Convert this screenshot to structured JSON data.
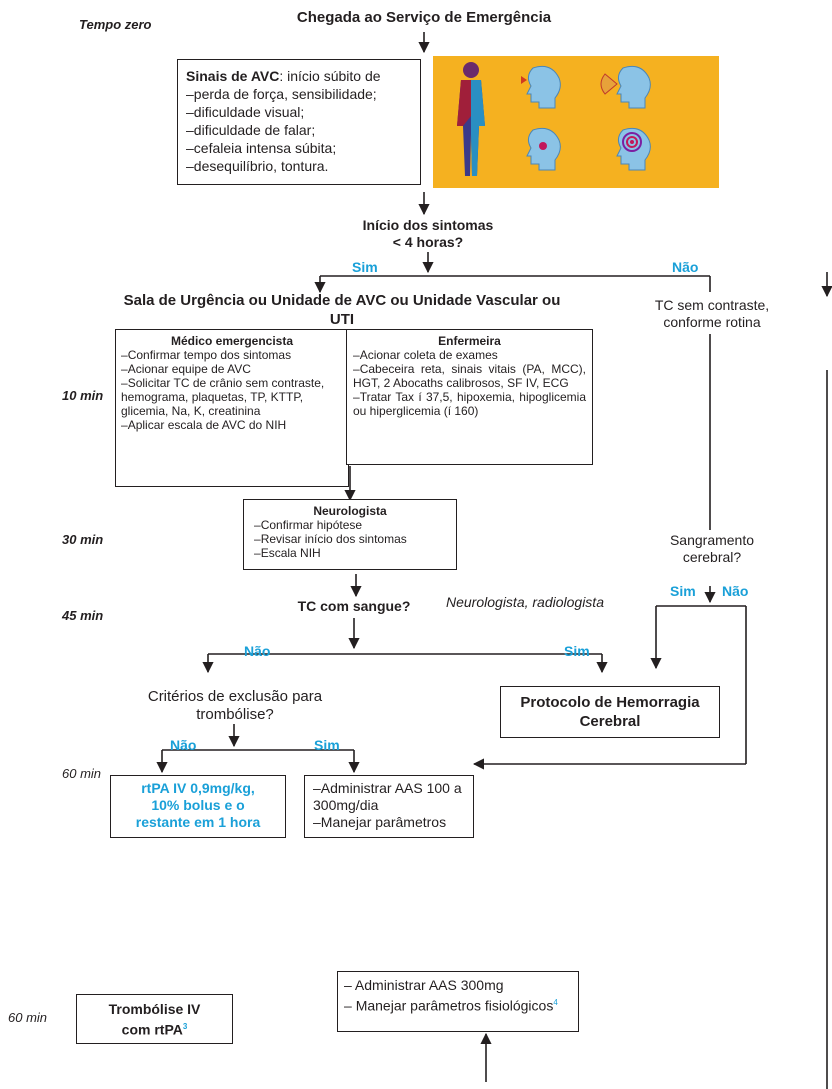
{
  "times": {
    "t0": "Tempo zero",
    "t10": "10 min",
    "t30": "30 min",
    "t45": "45 min",
    "t60a": "60 min",
    "t60b": "60 min"
  },
  "header": {
    "title": "Chegada ao Serviço de Emergência"
  },
  "signs": {
    "heading_bold": "Sinais de AVC",
    "heading_rest": ": início súbito de",
    "items": [
      "perda de força, sensibilidade;",
      "dificuldade visual;",
      "dificuldade de falar;",
      "cefaleia intensa súbita;",
      "desequilíbrio, tontura."
    ]
  },
  "q_onset": {
    "line1": "Início dos sintomas",
    "line2": "< 4 horas?"
  },
  "labels": {
    "sim1": "Sim",
    "nao1": "Não",
    "sim2": "Sim",
    "nao2": "Não",
    "nao3": "Não",
    "sim3": "Sim",
    "nao4": "Não",
    "sim4": "Sim"
  },
  "units": {
    "line1": "Sala de Urgência ou Unidade de AVC ou Unidade Vascular ou",
    "line2": "UTI"
  },
  "tc_routine": {
    "line1": "TC sem contraste,",
    "line2": "conforme rotina"
  },
  "medico": {
    "title": "Médico emergencista",
    "items": [
      "Confirmar tempo dos sintomas",
      "Acionar equipe de AVC",
      "Solicitar TC de crânio sem contraste, hemograma, plaquetas, TP, KTTP, glicemia, Na, K, creatinina",
      "Aplicar escala de AVC do NIH"
    ]
  },
  "enfermeira": {
    "title": "Enfermeira",
    "items": [
      "Acionar coleta de exames",
      "Cabeceira reta, sinais vitais (PA, MCC), HGT, 2 Abocaths calibrosos, SF IV, ECG",
      "Tratar Tax í 37,5, hipoxemia, hipoglicemia ou hiperglicemia (í 160)"
    ]
  },
  "neuro": {
    "title": "Neurologista",
    "items": [
      "Confirmar hipótese",
      "Revisar início dos sintomas",
      "Escala NIH"
    ]
  },
  "bleeding": {
    "line1": "Sangramento",
    "line2": "cerebral?"
  },
  "tc_blood": "TC com sangue?",
  "neuro_radio": "Neurologista, radiologista",
  "exclusion": {
    "line1": "Critérios de exclusão para",
    "line2": "trombólise?"
  },
  "hemorrhage": {
    "line1": "Protocolo de Hemorragia",
    "line2": "Cerebral"
  },
  "rtpa": {
    "line1": "rtPA IV 0,9mg/kg,",
    "line2": "10% bolus e o",
    "line3": "restante em 1 hora"
  },
  "aas1": {
    "items": [
      "Administrar AAS 100 a 300mg/dia",
      "Manejar parâmetros"
    ]
  },
  "thrombolysis": {
    "line1": "Trombólise IV",
    "line2": "com rtPA",
    "sup": "3"
  },
  "aas2": {
    "item1": "Administrar AAS 300mg",
    "item2": "Manejar parâmetros fisiológicos",
    "sup": "4"
  },
  "colors": {
    "accent": "#1aa0d8",
    "line": "#231f20",
    "picture_bg": "#f5b120"
  }
}
